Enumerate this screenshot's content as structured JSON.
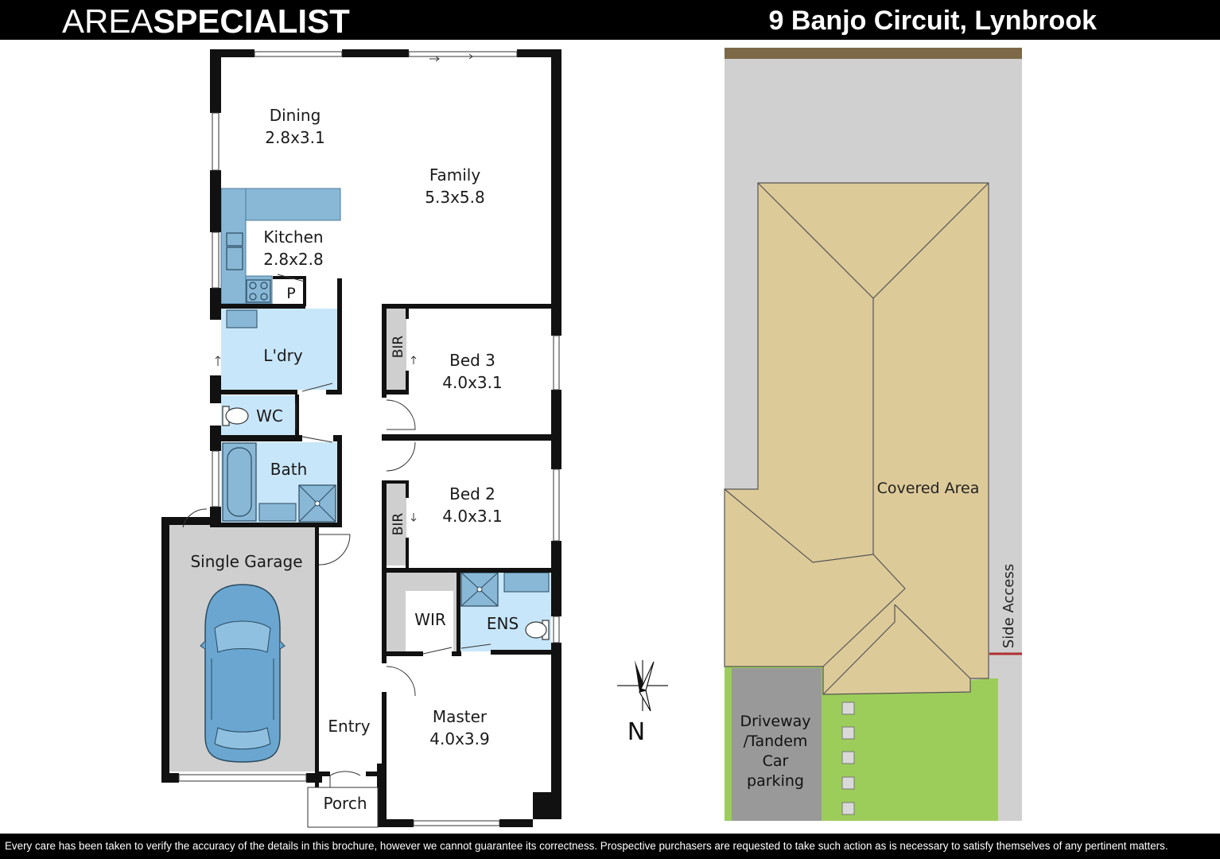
{
  "header": {
    "brand_light": "AREA",
    "brand_bold": "SPECIALIST",
    "address": "9 Banjo Circuit, Lynbrook"
  },
  "footer": {
    "disclaimer": "Every care has been taken to verify the accuracy of the details in this brochure, however we cannot guarantee its correctness. Prospective purchasers are requested to take such action as is necessary to satisfy themselves of any pertinent matters."
  },
  "floorplan": {
    "rooms": {
      "dining": {
        "name": "Dining",
        "size": "2.8x3.1"
      },
      "family": {
        "name": "Family",
        "size": "5.3x5.8"
      },
      "kitchen": {
        "name": "Kitchen",
        "size": "2.8x2.8"
      },
      "pantry": {
        "name": "P"
      },
      "laundry": {
        "name": "L'dry"
      },
      "wc": {
        "name": "WC"
      },
      "bath": {
        "name": "Bath"
      },
      "bed3": {
        "name": "Bed 3",
        "size": "4.0x3.1"
      },
      "bed2": {
        "name": "Bed 2",
        "size": "4.0x3.1"
      },
      "bir3": {
        "name": "BIR"
      },
      "bir2": {
        "name": "BIR"
      },
      "garage": {
        "name": "Single Garage"
      },
      "wir": {
        "name": "WIR"
      },
      "ensuite": {
        "name": "ENS"
      },
      "master": {
        "name": "Master",
        "size": "4.0x3.9"
      },
      "entry": {
        "name": "Entry"
      },
      "porch": {
        "name": "Porch"
      }
    },
    "compass_label": "N"
  },
  "siteplan": {
    "covered_area": "Covered Area",
    "side_access": "Side Access",
    "driveway": [
      "Driveway",
      "/Tandem",
      "Car",
      "parking"
    ]
  },
  "colors": {
    "wet_area": "#89b8d6",
    "laundry": "#c8e6fa",
    "garage": "#cfcfcf",
    "roof": "#ddca99",
    "lawn": "#9ccd5a",
    "fence": "#7d6848",
    "driveway": "#999999",
    "car": "#6aa6d0"
  }
}
